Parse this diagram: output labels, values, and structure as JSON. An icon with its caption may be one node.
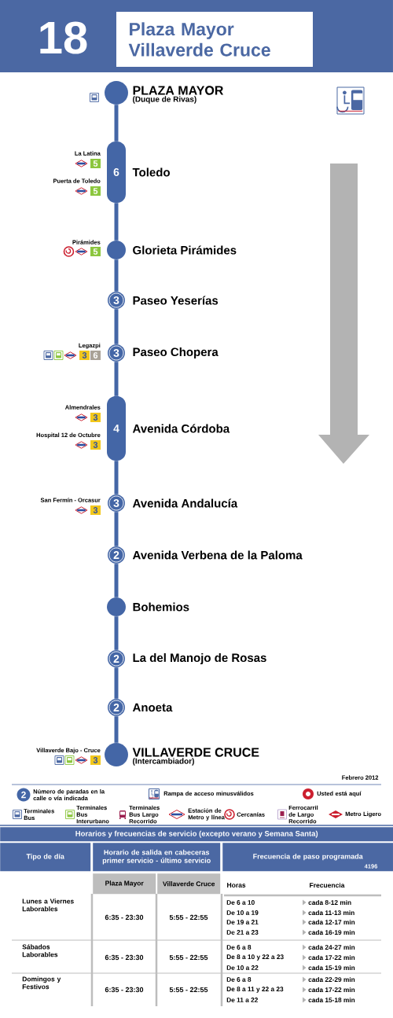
{
  "diagram": {
    "title": "Plaza Mayor Villaverde Cruce",
    "nodes": [
      {
        "text": [],
        "shape": "circle",
        "beside": [
          "PLAZA MAYOR",
          "(Duque de Rivas)"
        ]
      },
      {
        "text": [
          "6"
        ],
        "beside": [
          "Toledo"
        ]
      },
      {
        "text": [],
        "shape": "circle",
        "beside": [
          "Glorieta Pirámides"
        ]
      },
      {
        "text": [
          "3"
        ],
        "beside": [
          "Paseo Yeserías"
        ]
      },
      {
        "text": [
          "3"
        ],
        "beside": [
          "Paseo Chopera"
        ]
      },
      {
        "text": [
          "4"
        ],
        "beside": [
          "Avenida Córdoba"
        ]
      },
      {
        "text": [
          "3"
        ],
        "beside": [
          "Avenida Andalucía"
        ]
      },
      {
        "text": [
          "2"
        ],
        "beside": [
          "Avenida Verbena de la Paloma"
        ]
      },
      {
        "text": [],
        "shape": "circle",
        "beside": [
          "Bohemios"
        ]
      },
      {
        "text": [
          "2"
        ],
        "beside": [
          "La del Manojo de Rosas"
        ]
      },
      {
        "text": [
          "2"
        ],
        "beside": [
          "Anoeta"
        ]
      },
      {
        "text": [],
        "shape": "circle",
        "beside": [
          "VILLAVERDE CRUCE",
          "(Intercambiador)"
        ]
      }
    ],
    "edges": [
      {
        "from": 0,
        "to": 1,
        "arrow": "none"
      },
      {
        "from": 1,
        "to": 2,
        "arrow": "none"
      },
      {
        "from": 2,
        "to": 3,
        "arrow": "none"
      },
      {
        "from": 3,
        "to": 4,
        "arrow": "none"
      },
      {
        "from": 4,
        "to": 5,
        "arrow": "none"
      },
      {
        "from": 5,
        "to": 6,
        "arrow": "none"
      },
      {
        "from": 6,
        "to": 7,
        "arrow": "none"
      },
      {
        "from": 7,
        "to": 8,
        "arrow": "none"
      },
      {
        "from": 8,
        "to": 9,
        "arrow": "none"
      },
      {
        "from": 9,
        "to": 10,
        "arrow": "none"
      },
      {
        "from": 10,
        "to": 11,
        "arrow": "none"
      }
    ],
    "labels": [
      "18",
      "La Latina",
      "5",
      "Puerta de Toledo",
      "5",
      "Pirámides",
      "5",
      "Legazpi",
      "3",
      "6",
      "Almendrales",
      "3",
      "Hospital 12 de Octubre",
      "3",
      "San Fermín - Orcasur",
      "3",
      "Villaverde Bajo - Cruce",
      "3",
      "Febrero 2012",
      "2",
      "Horarios y frecuencias de servicio (excepto verano y Semana Santa)",
      "Tipo de día",
      "Horario de salida en cabeceras primer servicio - último servicio",
      "Frecuencia de paso programada",
      "4196",
      "Plaza Mayor",
      "Villaverde Cruce",
      "Horas",
      "Frecuencia",
      "Lunes a Viernes Laborables",
      "6:35 - 23:30",
      "5:55 - 22:55",
      "De 6 a 10",
      "cada 8-12 min",
      "De 10 a 19",
      "cada 11-13 min",
      "De 19 a 21",
      "cada 12-17 min",
      "De 21 a 23",
      "cada 16-19 min",
      "Sábados Laborables",
      "6:35 - 23:30",
      "5:55 - 22:55",
      "De 6 a 8",
      "cada 24-27 min",
      "De 8 a 10 y 22 a 23",
      "cada 17-22 min",
      "De 10 a 22",
      "cada 15-19 min",
      "Domingos y Festivos",
      "6:35 - 23:30",
      "5:55 - 22:55",
      "De 6 a 8",
      "cada 22-29 min",
      "De 8 a 11 y 22 a 23",
      "cada 17-22 min",
      "De 11 a 22",
      "cada 15-18 min"
    ],
    "legend": [
      {
        "text": "Número de paradas en la calle o vía indicada"
      },
      {
        "text": "Rampa de acceso minusválidos"
      },
      {
        "text": "Usted está aquí"
      },
      {
        "text": "Terminales Bus"
      },
      {
        "text": "Terminales Bus Interurbano"
      },
      {
        "text": "Terminales Bus Largo Recorrido"
      },
      {
        "text": "Estación de Metro y línea"
      },
      {
        "text": "Cercanías"
      },
      {
        "text": "Ferrocarril de Largo Recorrido"
      },
      {
        "text": "Metro Ligero"
      }
    ]
  }
}
